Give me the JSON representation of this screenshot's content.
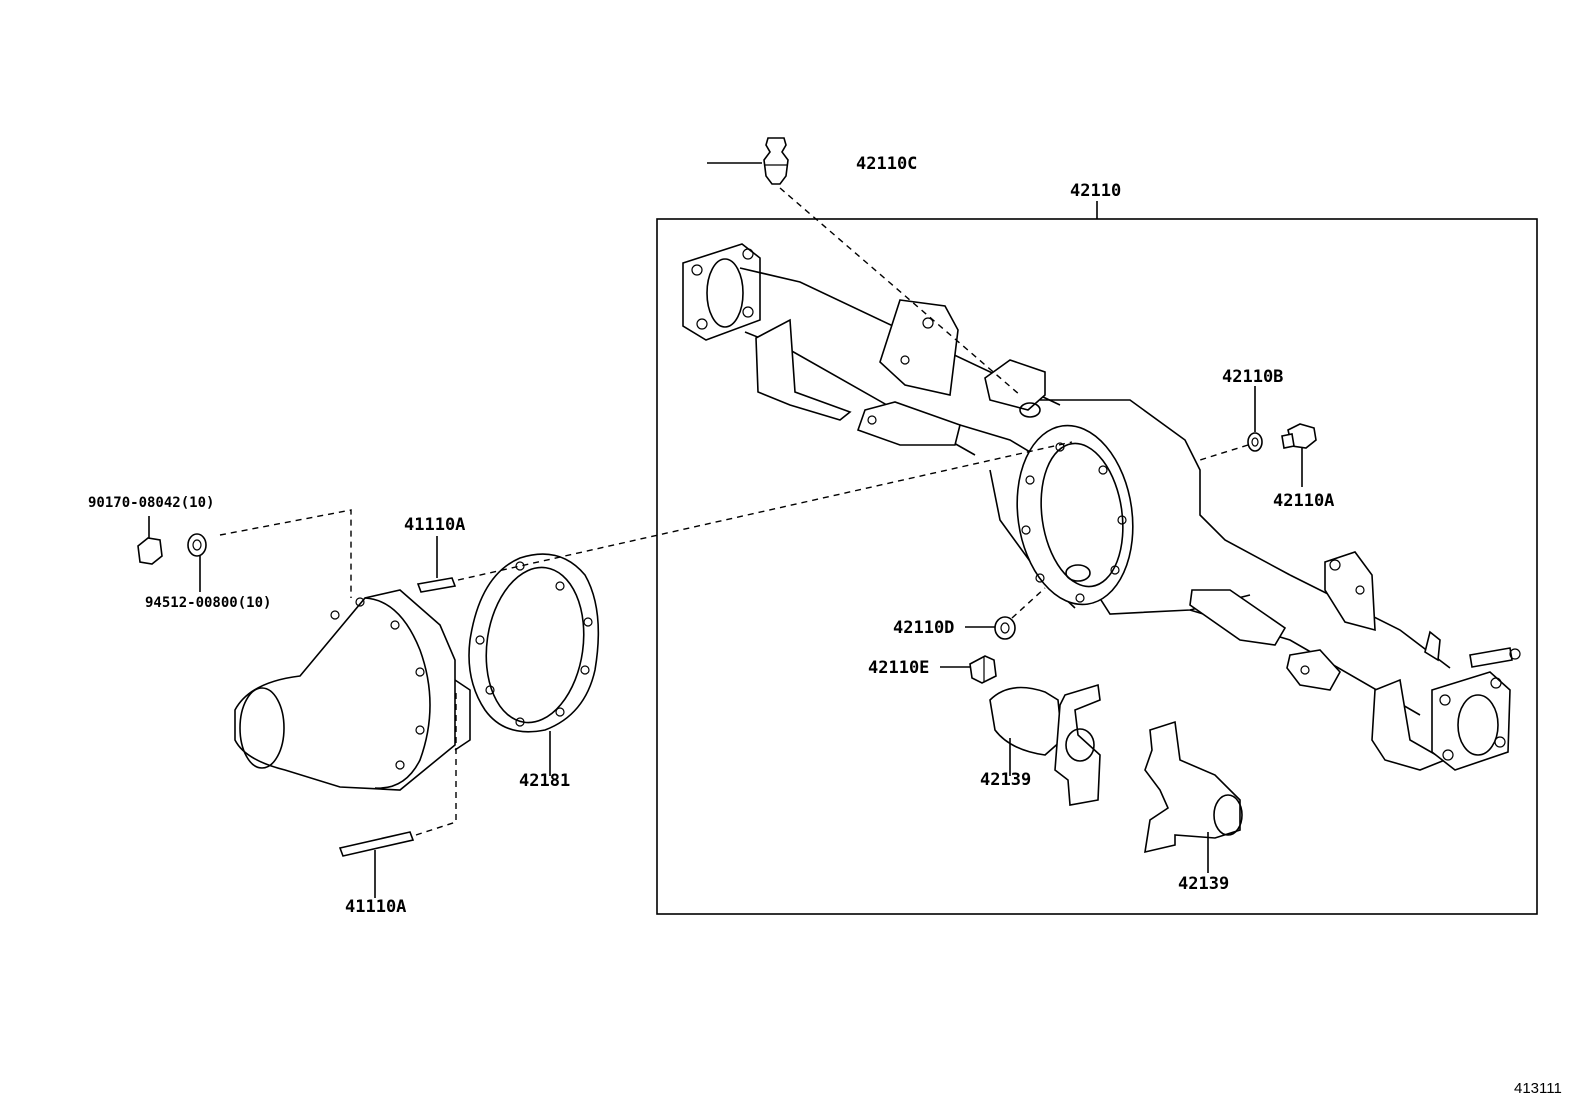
{
  "figure_id": "413111",
  "labels": {
    "p42110": "42110",
    "p42110C": "42110C",
    "p42110B": "42110B",
    "p42110A": "42110A",
    "p42110D": "42110D",
    "p42110E": "42110E",
    "p42139a": "42139",
    "p42139b": "42139",
    "p42181": "42181",
    "p41110A_top": "41110A",
    "p41110A_bottom": "41110A",
    "p90170": "90170-08042(10)",
    "p94512": "94512-00800(10)"
  }
}
